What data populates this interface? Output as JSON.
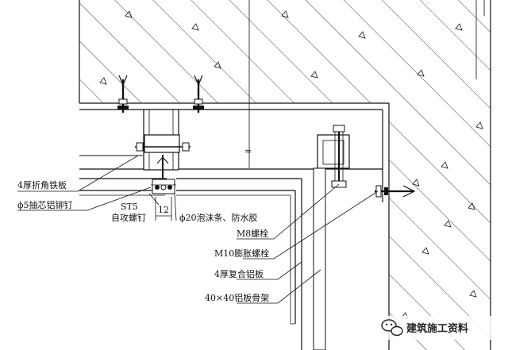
{
  "labels": {
    "angle_plate": "4厚折角铁板",
    "rivet": "ϕ5抽芯铝铆钉",
    "screw_l1": "ST5",
    "screw_l2": "自攻螺钉",
    "dimension": "12",
    "foam": "ϕ20泡沫条、防水胶",
    "bolt_m8": "M8螺栓",
    "bolt_m10": "M10膨胀螺栓",
    "panel": "4厚复合铝板",
    "frame": "40×40铝板骨架",
    "break_mark": "≈"
  },
  "watermark": {
    "text": "建筑施工资料",
    "icon": "wechat-icon"
  },
  "colors": {
    "line": "#111111",
    "background": "#ffffff"
  }
}
